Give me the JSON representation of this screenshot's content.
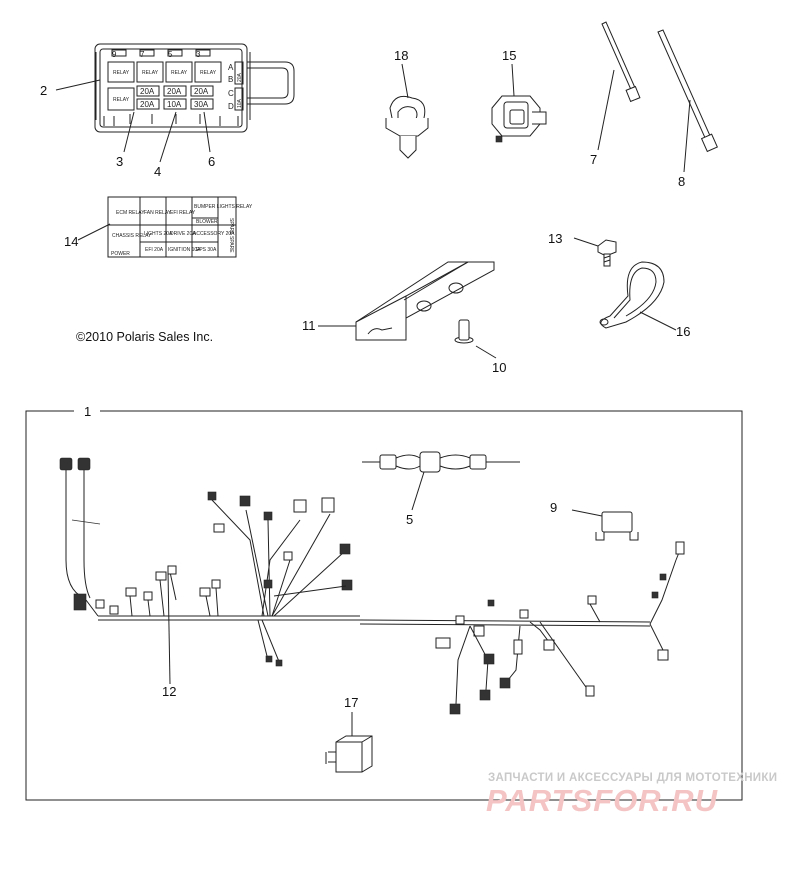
{
  "copyright": "©2010 Polaris Sales Inc.",
  "watermark": {
    "tagline": "ЗАПЧАСТИ И АКСЕССУАРЫ ДЛЯ МОТОТЕХНИКИ",
    "brand": "PARTSFOR.RU",
    "color": "#f4c4c4"
  },
  "callouts": {
    "c1": "1",
    "c2": "2",
    "c3": "3",
    "c4": "4",
    "c5": "5",
    "c6": "6",
    "c7": "7",
    "c8": "8",
    "c9": "9",
    "c10": "10",
    "c11": "11",
    "c12": "12",
    "c13": "13",
    "c14": "14",
    "c15": "15",
    "c16": "16",
    "c17": "17",
    "c18": "18"
  },
  "fuse_box": {
    "relay": "RELAY",
    "fuses": [
      "20A",
      "20A",
      "20A",
      "20A",
      "10A",
      "30A"
    ],
    "side_fuses": [
      "20A",
      "10A"
    ],
    "row_letters": [
      "A",
      "B",
      "C",
      "D"
    ],
    "slot_numbers": [
      "9",
      "7",
      "5",
      "3"
    ]
  },
  "fuse_label": {
    "r1": [
      "ECM RELAY",
      "FAN RELAY",
      "EFI RELAY",
      "BUMPER LIGHTS RELAY"
    ],
    "r1b": "BLOWER",
    "r2": [
      "CHASSIS RELAY",
      "LIGHTS 20A",
      "DRIVE 20A",
      "ACCESSORY 20A"
    ],
    "r3": [
      "",
      "EFI 20A",
      "IGNITION 10A",
      "EPS 30A"
    ],
    "side": [
      "SPARE",
      "SPARE"
    ],
    "foot": "POWER"
  }
}
